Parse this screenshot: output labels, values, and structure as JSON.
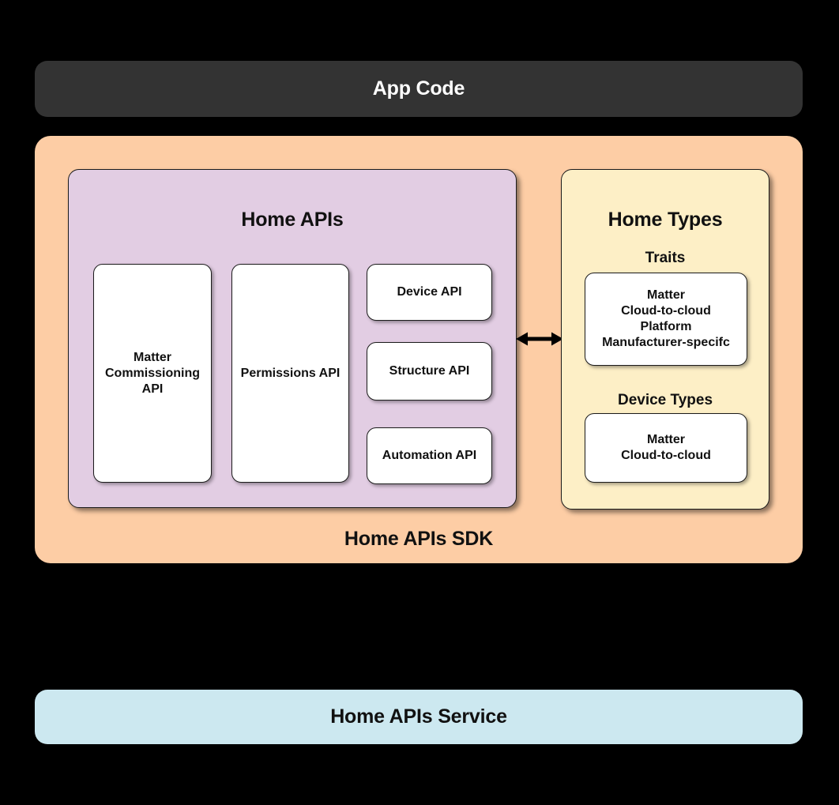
{
  "colors": {
    "background": "#000000",
    "app_code_bg": "#333333",
    "sdk_bg": "#fdcda5",
    "home_apis_bg": "#e2cde3",
    "home_types_bg": "#fdefc6",
    "service_bg": "#cce8f0",
    "card_bg": "#ffffff",
    "border": "#1b1b1b",
    "text_dark": "#111111",
    "text_light": "#ffffff"
  },
  "app_code": {
    "label": "App Code"
  },
  "sdk": {
    "label": "Home APIs SDK",
    "home_apis": {
      "title": "Home APIs",
      "matter_commissioning_api": "Matter\nCommissioning\nAPI",
      "permissions_api": "Permissions API",
      "device_api": "Device API",
      "structure_api": "Structure API",
      "automation_api": "Automation API"
    },
    "home_types": {
      "title": "Home Types",
      "traits_heading": "Traits",
      "traits_items": "Matter\nCloud-to-cloud\nPlatform\nManufacturer-specifc",
      "device_types_heading": "Device Types",
      "device_types_items": "Matter\nCloud-to-cloud"
    },
    "arrow": "bidirectional"
  },
  "service": {
    "label": "Home APIs Service"
  }
}
